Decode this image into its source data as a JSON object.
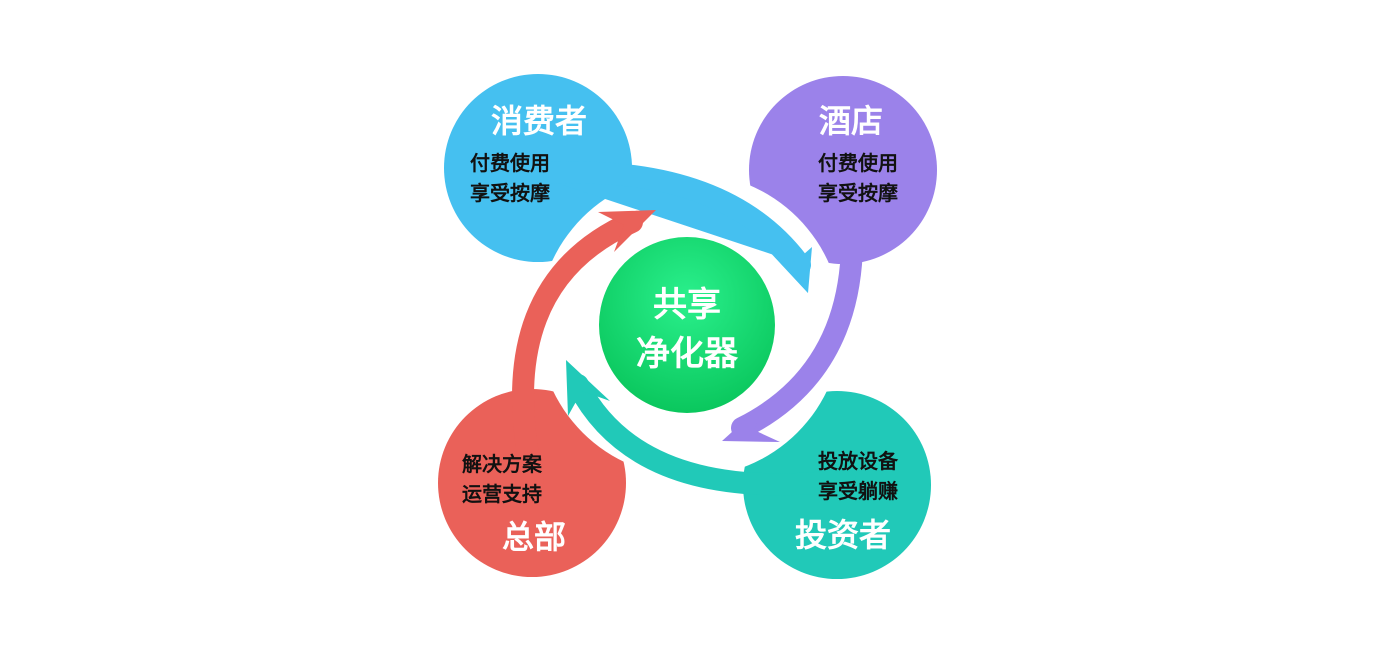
{
  "center": {
    "line1": "共享",
    "line2": "净化器"
  },
  "nodes": {
    "consumer": {
      "title": "消费者",
      "line1": "付费使用",
      "line2": "享受按摩",
      "color": "#45c0f0"
    },
    "hotel": {
      "title": "酒店",
      "line1": "付费使用",
      "line2": "享受按摩",
      "color": "#9b82ea"
    },
    "investor": {
      "title": "投资者",
      "line1": "投放设备",
      "line2": "享受躺赚",
      "color": "#21c9b8"
    },
    "hq": {
      "title": "总部",
      "line1": "解决方案",
      "line2": "运营支持",
      "color": "#ea6159"
    }
  },
  "colors": {
    "center_top": "#2af08c",
    "center_bottom": "#08c45a"
  },
  "icons": {
    "arrows": [
      "arrow-blue-icon",
      "arrow-purple-icon",
      "arrow-teal-icon",
      "arrow-red-icon"
    ]
  }
}
